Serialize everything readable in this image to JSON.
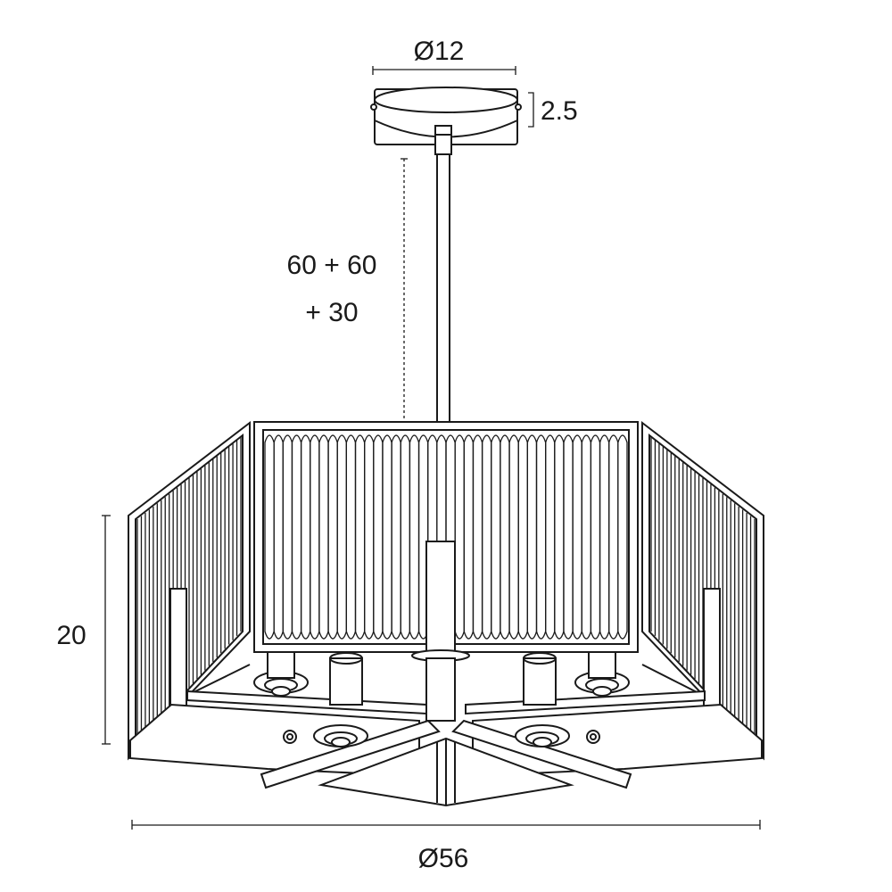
{
  "dimensions": {
    "canopy_diameter": "Ø12",
    "canopy_height": "2.5",
    "rod_length_line1": "60 + 60",
    "rod_length_line2": "+ 30",
    "shade_height": "20",
    "overall_diameter": "Ø56"
  },
  "colors": {
    "line": "#1a1a1a",
    "background": "#ffffff"
  }
}
